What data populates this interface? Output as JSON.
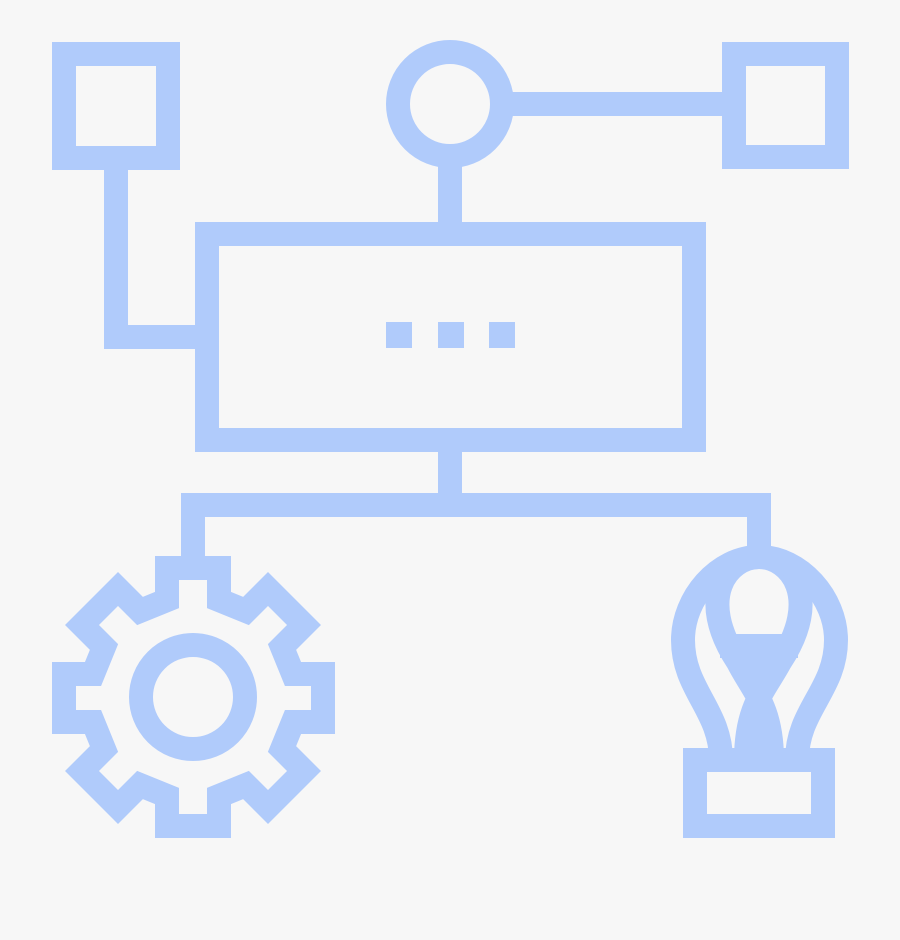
{
  "figure": {
    "icon_name": "workflow-diagram-icon",
    "stroke_color": "#b0cbfb",
    "background_color": "#f7f7f7",
    "nodes": [
      {
        "id": "top-left-square",
        "icon": "square-node-icon"
      },
      {
        "id": "top-circle",
        "icon": "circle-node-icon"
      },
      {
        "id": "top-right-square",
        "icon": "square-node-icon"
      },
      {
        "id": "central-box",
        "icon": "ellipsis-box-icon"
      },
      {
        "id": "gear",
        "icon": "gear-icon"
      },
      {
        "id": "lightbulb",
        "icon": "lightbulb-icon"
      }
    ]
  }
}
